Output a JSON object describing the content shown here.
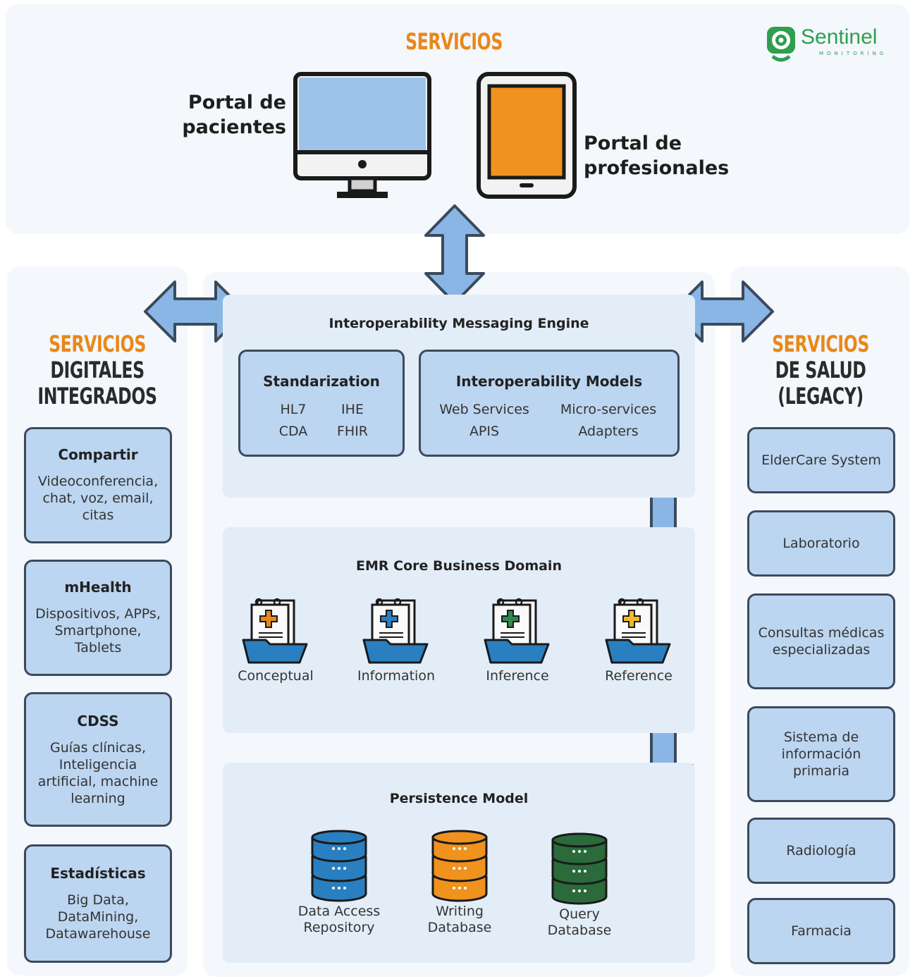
{
  "brand": {
    "name": "Sentinel",
    "tagline": "MONITORING",
    "color": "#2f9e4f"
  },
  "top": {
    "heading": "SERVICIOS",
    "patient_portal": [
      "Portal de",
      "pacientes"
    ],
    "pro_portal": [
      "Portal de",
      "profesionales"
    ]
  },
  "left": {
    "heading": [
      "SERVICIOS",
      "DIGITALES",
      "INTEGRADOS"
    ],
    "cards": [
      {
        "title": "Compartir",
        "body": [
          "Videoconferencia,",
          "chat, voz, email,",
          "citas"
        ]
      },
      {
        "title": "mHealth",
        "body": [
          "Dispositivos, APPs,",
          "Smartphone,",
          "Tablets"
        ]
      },
      {
        "title": "CDSS",
        "body": [
          "Guías clínicas,",
          "Inteligencia",
          "artificial, machine",
          "learning"
        ]
      },
      {
        "title": "Estadísticas",
        "body": [
          "Big Data,",
          "DataMining,",
          "Datawarehouse"
        ]
      }
    ]
  },
  "right": {
    "heading": [
      "SERVICIOS",
      "DE SALUD",
      "(LEGACY)"
    ],
    "cards": [
      [
        "ElderCare System"
      ],
      [
        "Laboratorio"
      ],
      [
        "Consultas médicas",
        "especializadas"
      ],
      [
        "Sistema de",
        "información",
        "primaria"
      ],
      [
        "Radiología"
      ],
      [
        "Farmacia"
      ]
    ]
  },
  "center": {
    "engine_title": "Interoperability Messaging Engine",
    "standarization": {
      "title": "Standarization",
      "items": [
        "HL7",
        "IHE",
        "CDA",
        "FHIR"
      ]
    },
    "models": {
      "title": "Interoperability Models",
      "items": [
        "Web Services",
        "Micro-services",
        "APIS",
        "Adapters"
      ]
    },
    "emr_title": "EMR Core Business Domain",
    "emr_items": [
      {
        "label": "Conceptual",
        "cross_color": "#e8881a"
      },
      {
        "label": "Information",
        "cross_color": "#2a7fc0"
      },
      {
        "label": "Inference",
        "cross_color": "#2e8a4a"
      },
      {
        "label": "Reference",
        "cross_color": "#f0b92a"
      }
    ],
    "persistence_title": "Persistence Model",
    "databases": [
      {
        "label": [
          "Data Access",
          "Repository"
        ],
        "color": "#2a7fc0"
      },
      {
        "label": [
          "Writing",
          "Database"
        ],
        "color": "#f0921e"
      },
      {
        "label": [
          "Query",
          "Database"
        ],
        "color": "#2b6a3a"
      }
    ]
  },
  "colors": {
    "accent": "#e8881a",
    "card": "#bcd5f0",
    "arrow": "#8ab6e6"
  }
}
